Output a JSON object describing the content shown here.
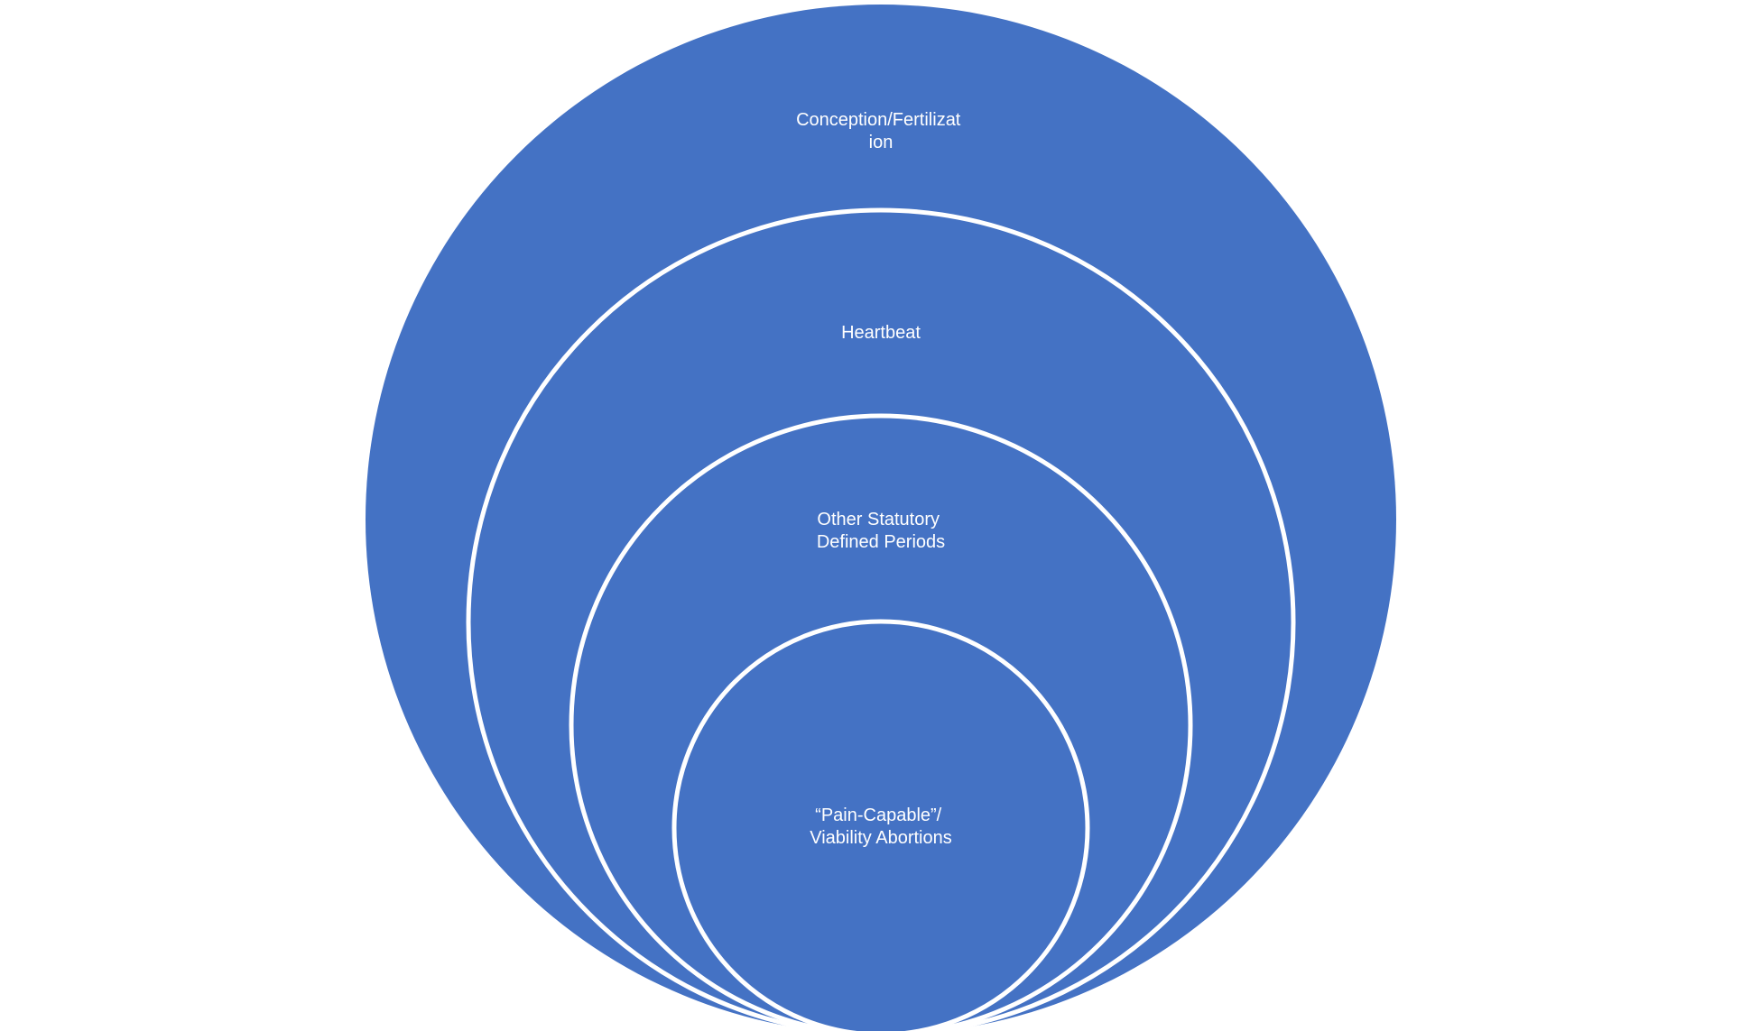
{
  "diagram": {
    "fill_color": "#4472C4",
    "outline_color": "#FFFFFF",
    "rings": [
      {
        "lines": [
          "Conception/Fertilizat",
          "ion"
        ]
      },
      {
        "lines": [
          "Heartbeat"
        ]
      },
      {
        "lines": [
          "Other Statutory",
          "Defined Periods"
        ]
      },
      {
        "lines": [
          "“Pain-Capable”/",
          "Viability Abortions"
        ]
      }
    ]
  }
}
